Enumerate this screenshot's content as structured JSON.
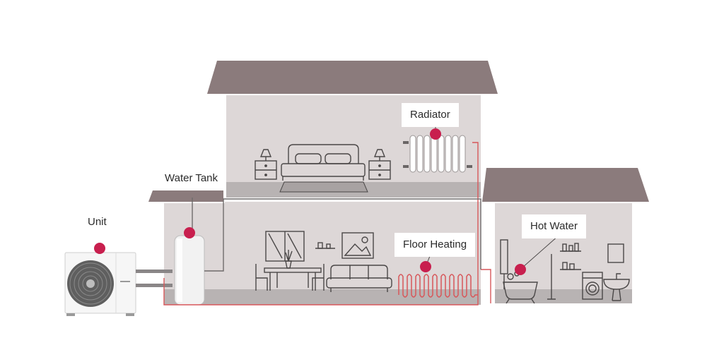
{
  "labels": {
    "unit": "Unit",
    "water_tank": "Water Tank",
    "radiator": "Radiator",
    "floor_heating": "Floor Heating",
    "hot_water": "Hot Water"
  },
  "colors": {
    "roof": "#8b7b7c",
    "wall": "#ddd7d7",
    "floor": "#b8b3b3",
    "pipe": "#d7575a",
    "marker": "#c81f4e",
    "line_art": "#4a4747"
  }
}
